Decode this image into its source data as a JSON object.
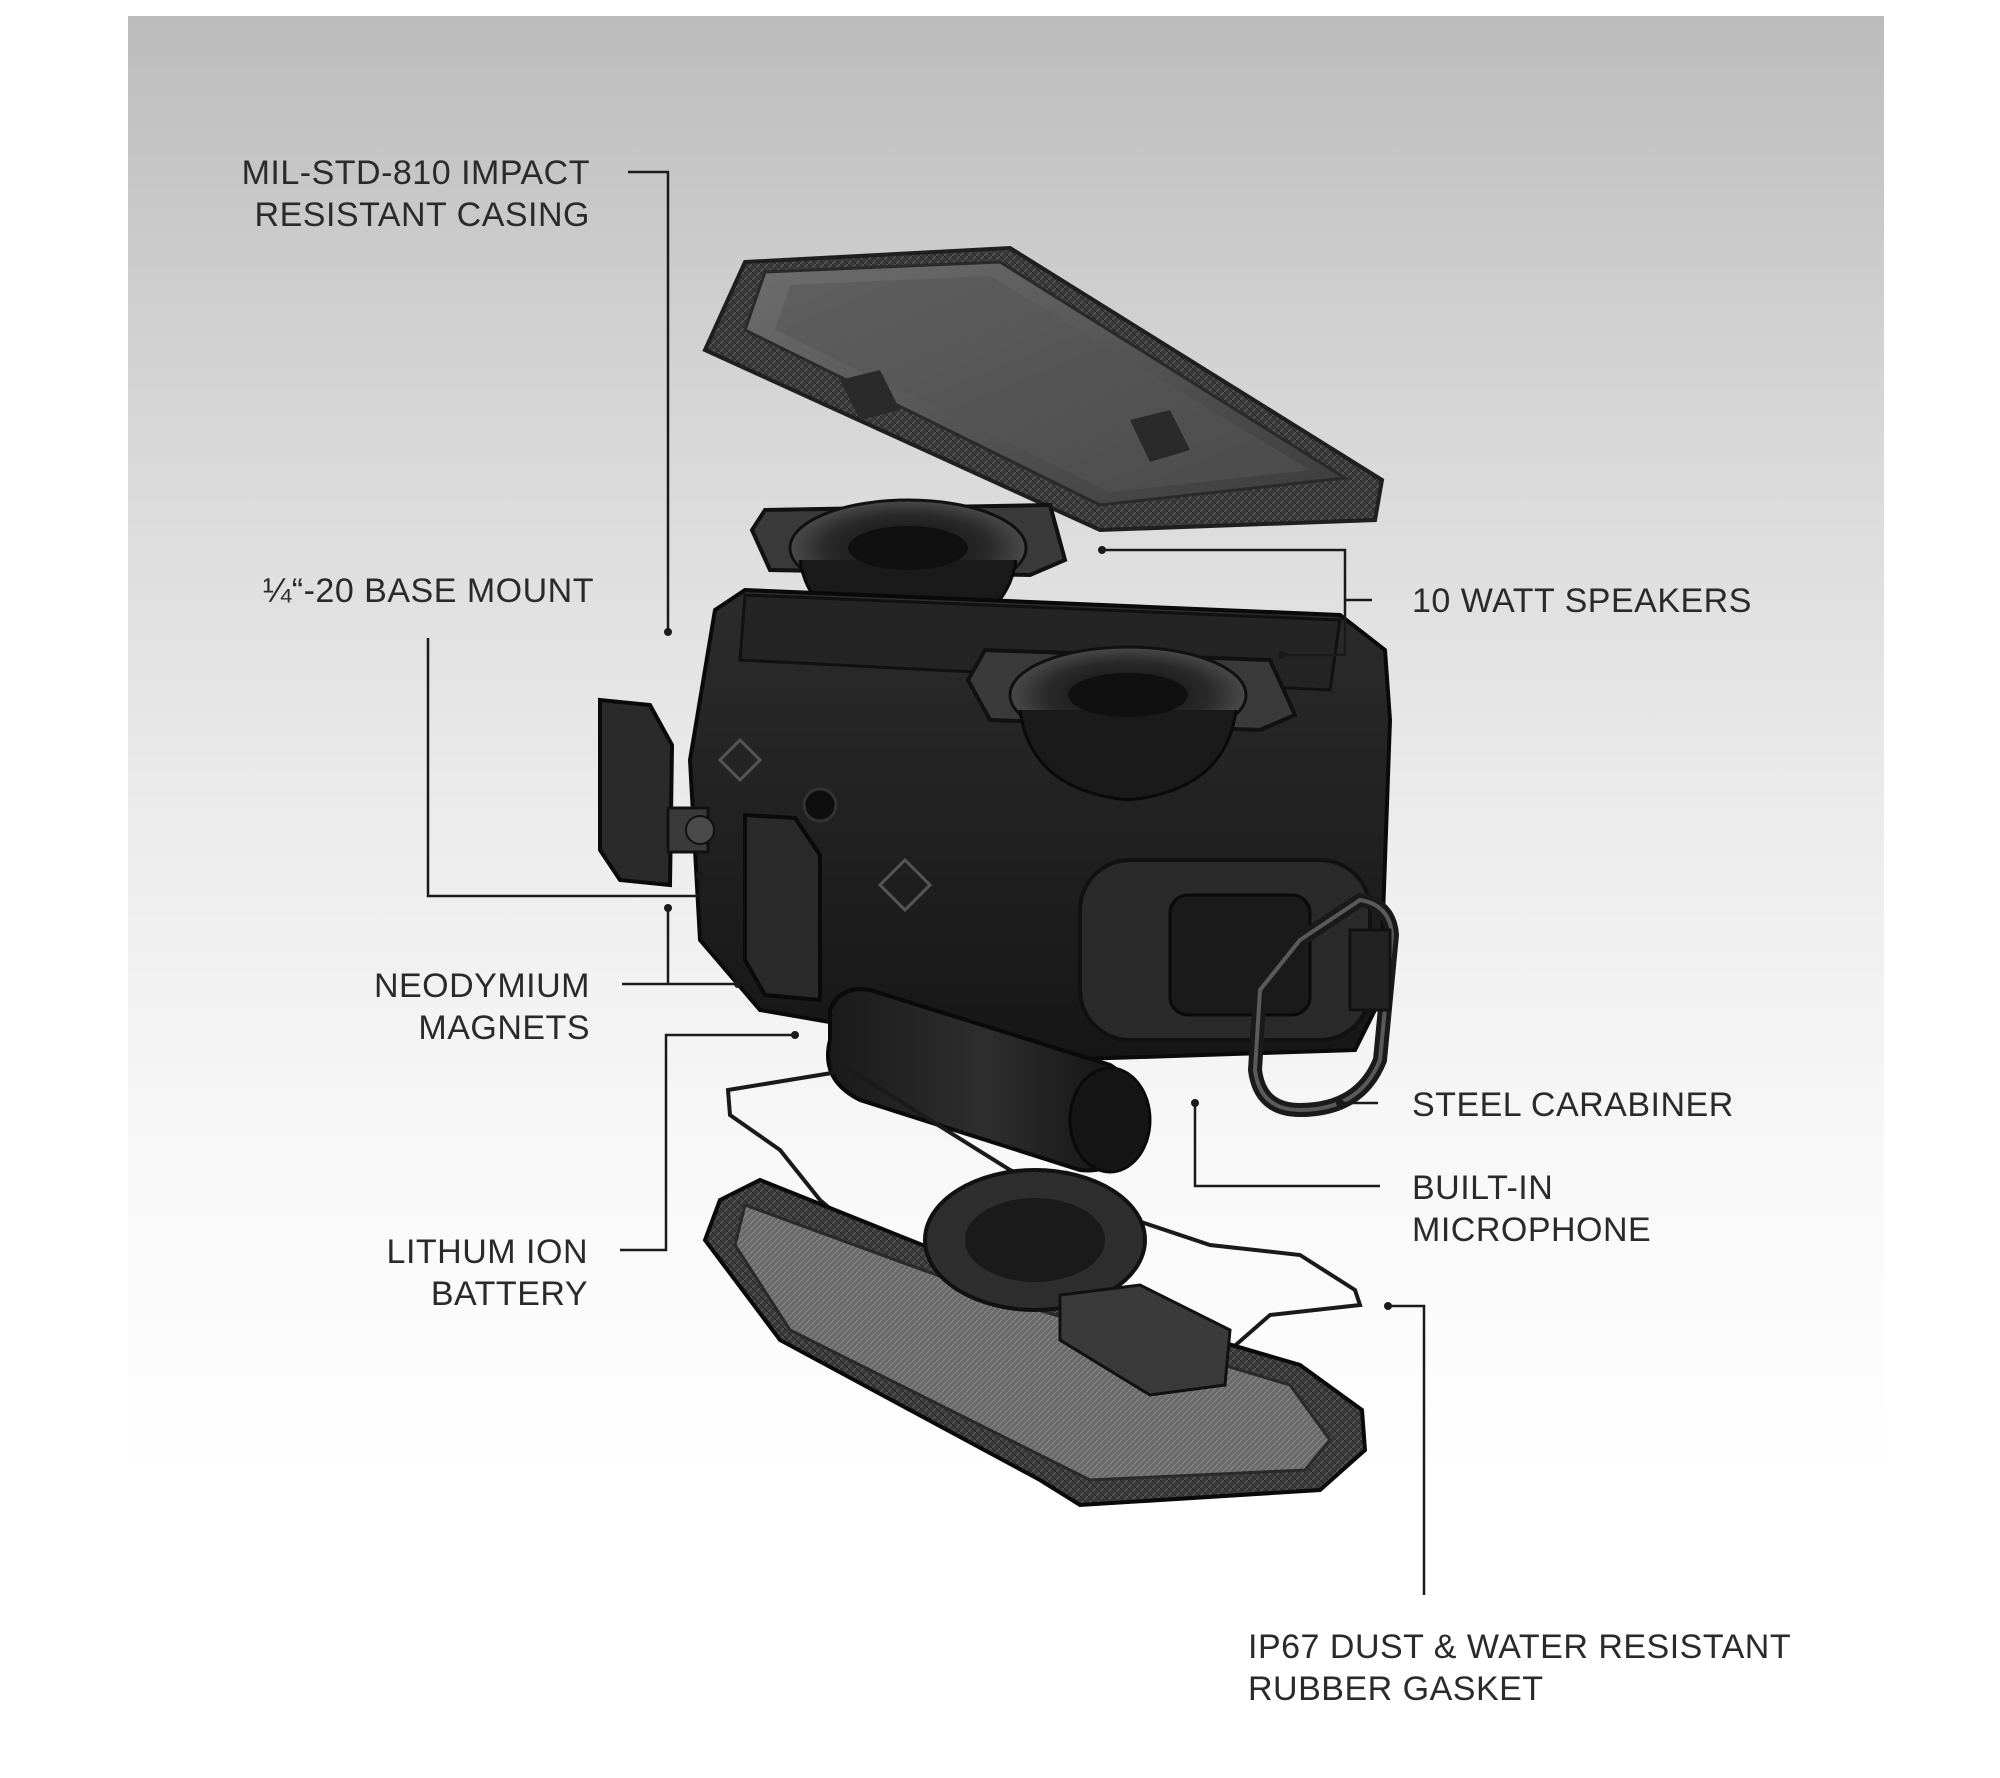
{
  "labels": {
    "casing": {
      "line1": "MIL-STD-810 IMPACT",
      "line2": "RESISTANT CASING"
    },
    "base_mount": {
      "line1": "¼“-20 BASE MOUNT"
    },
    "speakers": {
      "line1": "10 WATT SPEAKERS"
    },
    "magnets": {
      "line1": "NEODYMIUM",
      "line2": "MAGNETS"
    },
    "carabiner": {
      "line1": "STEEL CARABINER"
    },
    "microphone": {
      "line1": "BUILT-IN",
      "line2": "MICROPHONE"
    },
    "battery": {
      "line1": "LITHUM ION",
      "line2": "BATTERY"
    },
    "gasket": {
      "line1": "IP67 DUST & WATER RESISTANT",
      "line2": "RUBBER GASKET"
    }
  },
  "colors": {
    "label_text": "#2a2a2a",
    "leader_line": "#1a1a1a",
    "body_dark": "#1e1e1e",
    "body_mid": "#2e2e2e",
    "body_light": "#4a4a4a"
  }
}
